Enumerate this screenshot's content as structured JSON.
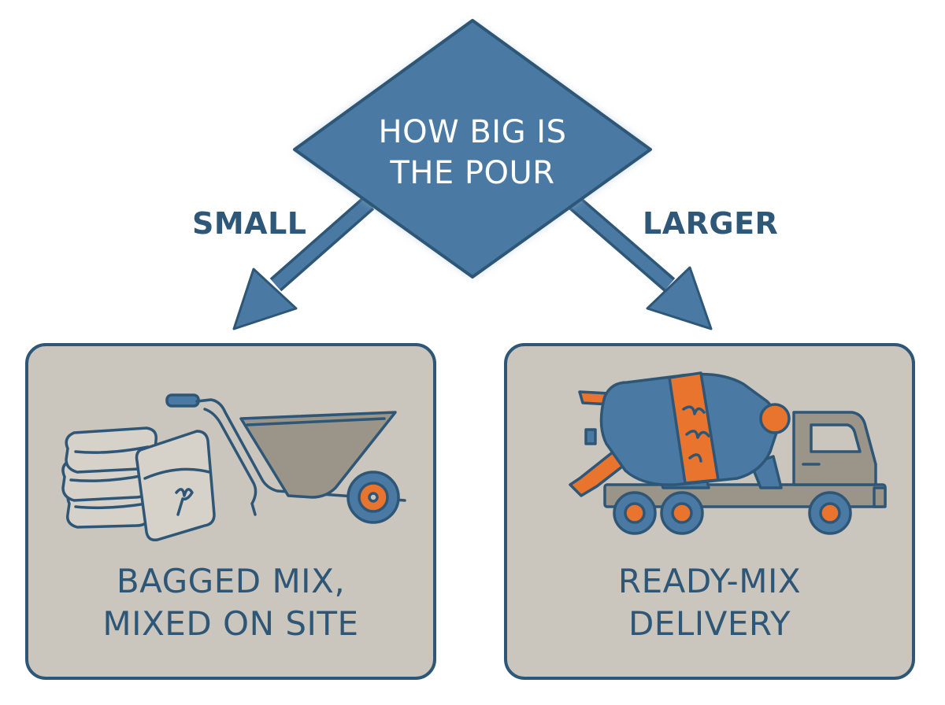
{
  "decision": {
    "line1": "HOW BIG IS",
    "line2": "THE POUR"
  },
  "branches": {
    "small": "SMALL",
    "larger": "LARGER"
  },
  "outcomes": {
    "left": {
      "line1": "BAGGED MIX,",
      "line2": "MIXED ON SITE",
      "icons": [
        "cement-bags-icon",
        "wheelbarrow-icon"
      ]
    },
    "right": {
      "line1": "READY-MIX",
      "line2": "DELIVERY",
      "icons": [
        "mixer-truck-icon"
      ]
    }
  },
  "colors": {
    "primary": "#4a7aa3",
    "outline": "#2e5676",
    "card_fill": "#cbc6bd",
    "accent": "#e8742e"
  }
}
